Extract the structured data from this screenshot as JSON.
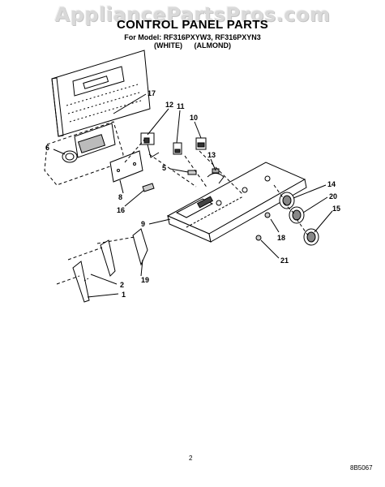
{
  "watermark": "AppliancePartsPros.com",
  "header": {
    "title": "CONTROL PANEL PARTS",
    "subtitle": "For Model: RF316PXYW3, RF316PXYN3",
    "color_white": "(WHITE)",
    "color_almond": "(ALMOND)"
  },
  "callouts": [
    "17",
    "12",
    "11",
    "10",
    "6",
    "13",
    "5",
    "8",
    "16",
    "9",
    "14",
    "20",
    "15",
    "18",
    "21",
    "2",
    "19",
    "1"
  ],
  "footer": {
    "page_number": "2",
    "doc_code": "8B5067"
  }
}
